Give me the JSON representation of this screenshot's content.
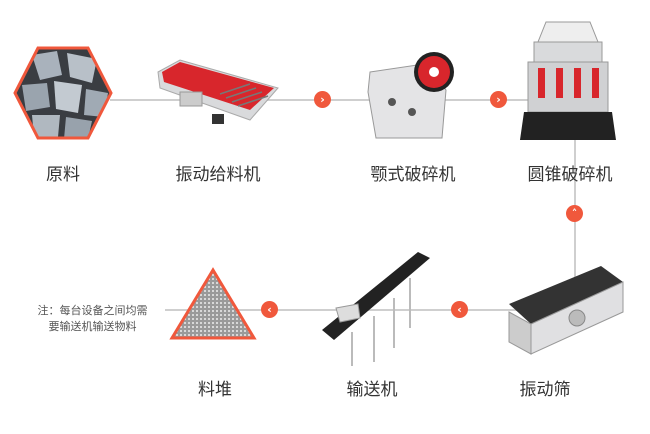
{
  "steps": [
    {
      "label": "原料"
    },
    {
      "label": "振动给料机"
    },
    {
      "label": "颚式破碎机"
    },
    {
      "label": "圆锥破碎机"
    },
    {
      "label": "振动筛"
    },
    {
      "label": "输送机"
    },
    {
      "label": "料堆"
    }
  ],
  "note": {
    "line1": "注：每台设备之间均需",
    "line2": "要输送机输送物料"
  },
  "arrows": {
    "right": "›",
    "up": "˄",
    "left": "‹"
  },
  "colors": {
    "accent": "#f0583c",
    "line": "#cfcfcf"
  }
}
